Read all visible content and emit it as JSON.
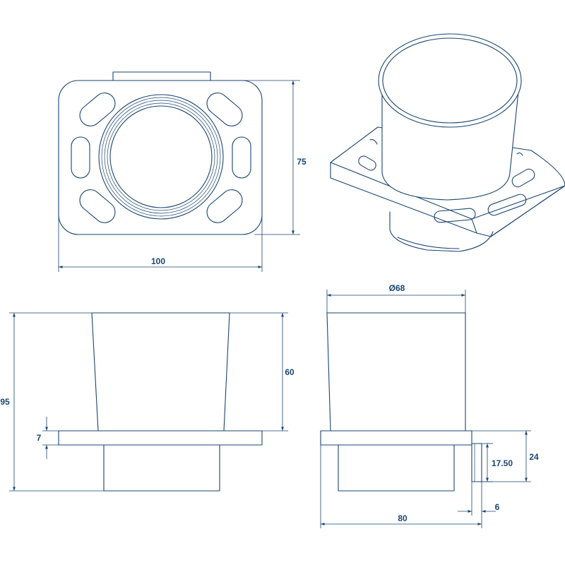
{
  "colors": {
    "line": "#1a4570",
    "background": "#ffffff"
  },
  "dimensions": {
    "top_width": "100",
    "top_height": "75",
    "diameter": "Ø68",
    "front_height": "95",
    "cup_height": "60",
    "plate_thickness": "7",
    "side_depth": "80",
    "wall_offset": "6",
    "bracket_height": "17.50",
    "mount_height": "24"
  }
}
